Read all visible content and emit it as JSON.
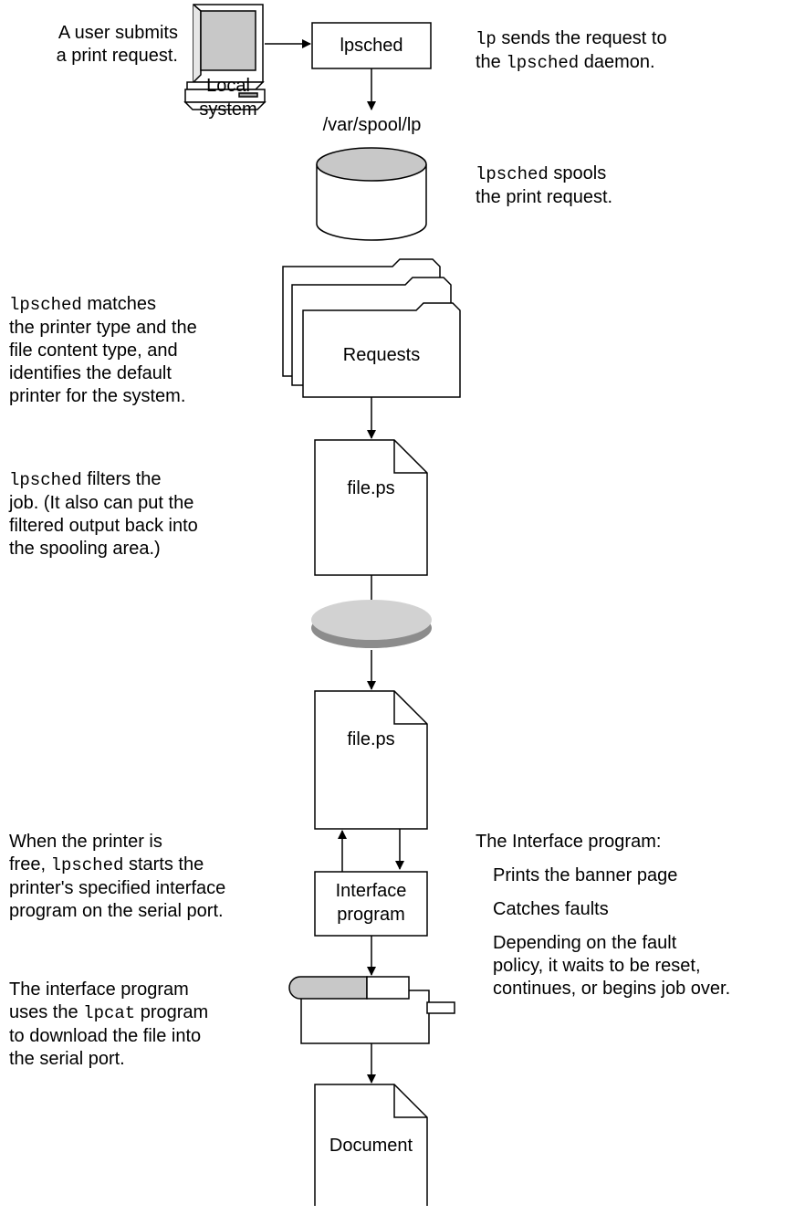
{
  "diagram": {
    "local_system_label": [
      "Local",
      "system"
    ],
    "lpsched_box_label": "lpsched",
    "spool_path": "/var/spool/lp",
    "requests_label": "Requests",
    "file_label_1": "file.ps",
    "file_label_2": "file.ps",
    "interface_box_label": [
      "Interface",
      "program"
    ],
    "document_label": "Document"
  },
  "notes": {
    "user_submits": [
      "A user submits",
      "a print request."
    ],
    "lp_sends": {
      "line1_code": "lp",
      "line1_text": " sends the request to",
      "line2_pre": "the ",
      "line2_code": "lpsched",
      "line2_post": " daemon."
    },
    "spools": {
      "line1_code": "lpsched",
      "line1_text": " spools",
      "line2": "the print request."
    },
    "matches": {
      "line1_code": "lpsched",
      "line1_text": " matches",
      "lines": [
        "the printer type and the",
        "file content type, and",
        "identifies the default",
        "printer for the system."
      ]
    },
    "filters": {
      "line1_code": "lpsched",
      "line1_text": " filters the",
      "lines": [
        "job. (It also can put the",
        "filtered output back into",
        "the spooling area.)"
      ]
    },
    "printer_free": {
      "line1": "When the printer is",
      "line2_pre": "free, ",
      "line2_code": "lpsched",
      "line2_post": " starts the",
      "lines": [
        "printer's specified interface",
        "program on the serial port."
      ]
    },
    "interface_program": {
      "title": "The Interface program:",
      "items": [
        "Prints the banner page",
        "Catches faults"
      ],
      "last_item": [
        "Depending on the fault",
        "policy, it waits to be reset,",
        "continues, or begins job over."
      ]
    },
    "lpcat": {
      "line1": "The interface program",
      "line2_pre": "uses the ",
      "line2_code": "lpcat",
      "line2_post": " program",
      "lines": [
        "to download the file into",
        "the serial port."
      ]
    }
  }
}
